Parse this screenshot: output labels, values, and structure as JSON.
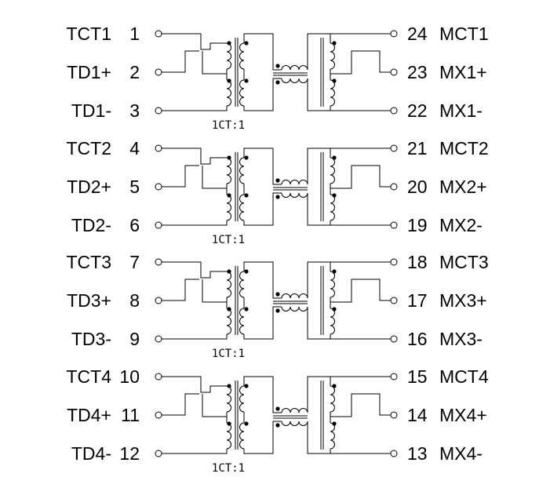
{
  "diagram": {
    "channels": [
      {
        "left": [
          {
            "name": "TCT1",
            "num": "1"
          },
          {
            "name": "TD1+",
            "num": "2"
          },
          {
            "name": "TD1-",
            "num": "3"
          }
        ],
        "right": [
          {
            "name": "MCT1",
            "num": "24"
          },
          {
            "name": "MX1+",
            "num": "23"
          },
          {
            "name": "MX1-",
            "num": "22"
          }
        ],
        "ratio": "1CT:1"
      },
      {
        "left": [
          {
            "name": "TCT2",
            "num": "4"
          },
          {
            "name": "TD2+",
            "num": "5"
          },
          {
            "name": "TD2-",
            "num": "6"
          }
        ],
        "right": [
          {
            "name": "MCT2",
            "num": "21"
          },
          {
            "name": "MX2+",
            "num": "20"
          },
          {
            "name": "MX2-",
            "num": "19"
          }
        ],
        "ratio": "1CT:1"
      },
      {
        "left": [
          {
            "name": "TCT3",
            "num": "7"
          },
          {
            "name": "TD3+",
            "num": "8"
          },
          {
            "name": "TD3-",
            "num": "9"
          }
        ],
        "right": [
          {
            "name": "MCT3",
            "num": "18"
          },
          {
            "name": "MX3+",
            "num": "17"
          },
          {
            "name": "MX3-",
            "num": "16"
          }
        ],
        "ratio": "1CT:1"
      },
      {
        "left": [
          {
            "name": "TCT4",
            "num": "10"
          },
          {
            "name": "TD4+",
            "num": "11"
          },
          {
            "name": "TD4-",
            "num": "12"
          }
        ],
        "right": [
          {
            "name": "MCT4",
            "num": "15"
          },
          {
            "name": "MX4+",
            "num": "14"
          },
          {
            "name": "MX4-",
            "num": "13"
          }
        ],
        "ratio": "1CT:1"
      }
    ]
  }
}
